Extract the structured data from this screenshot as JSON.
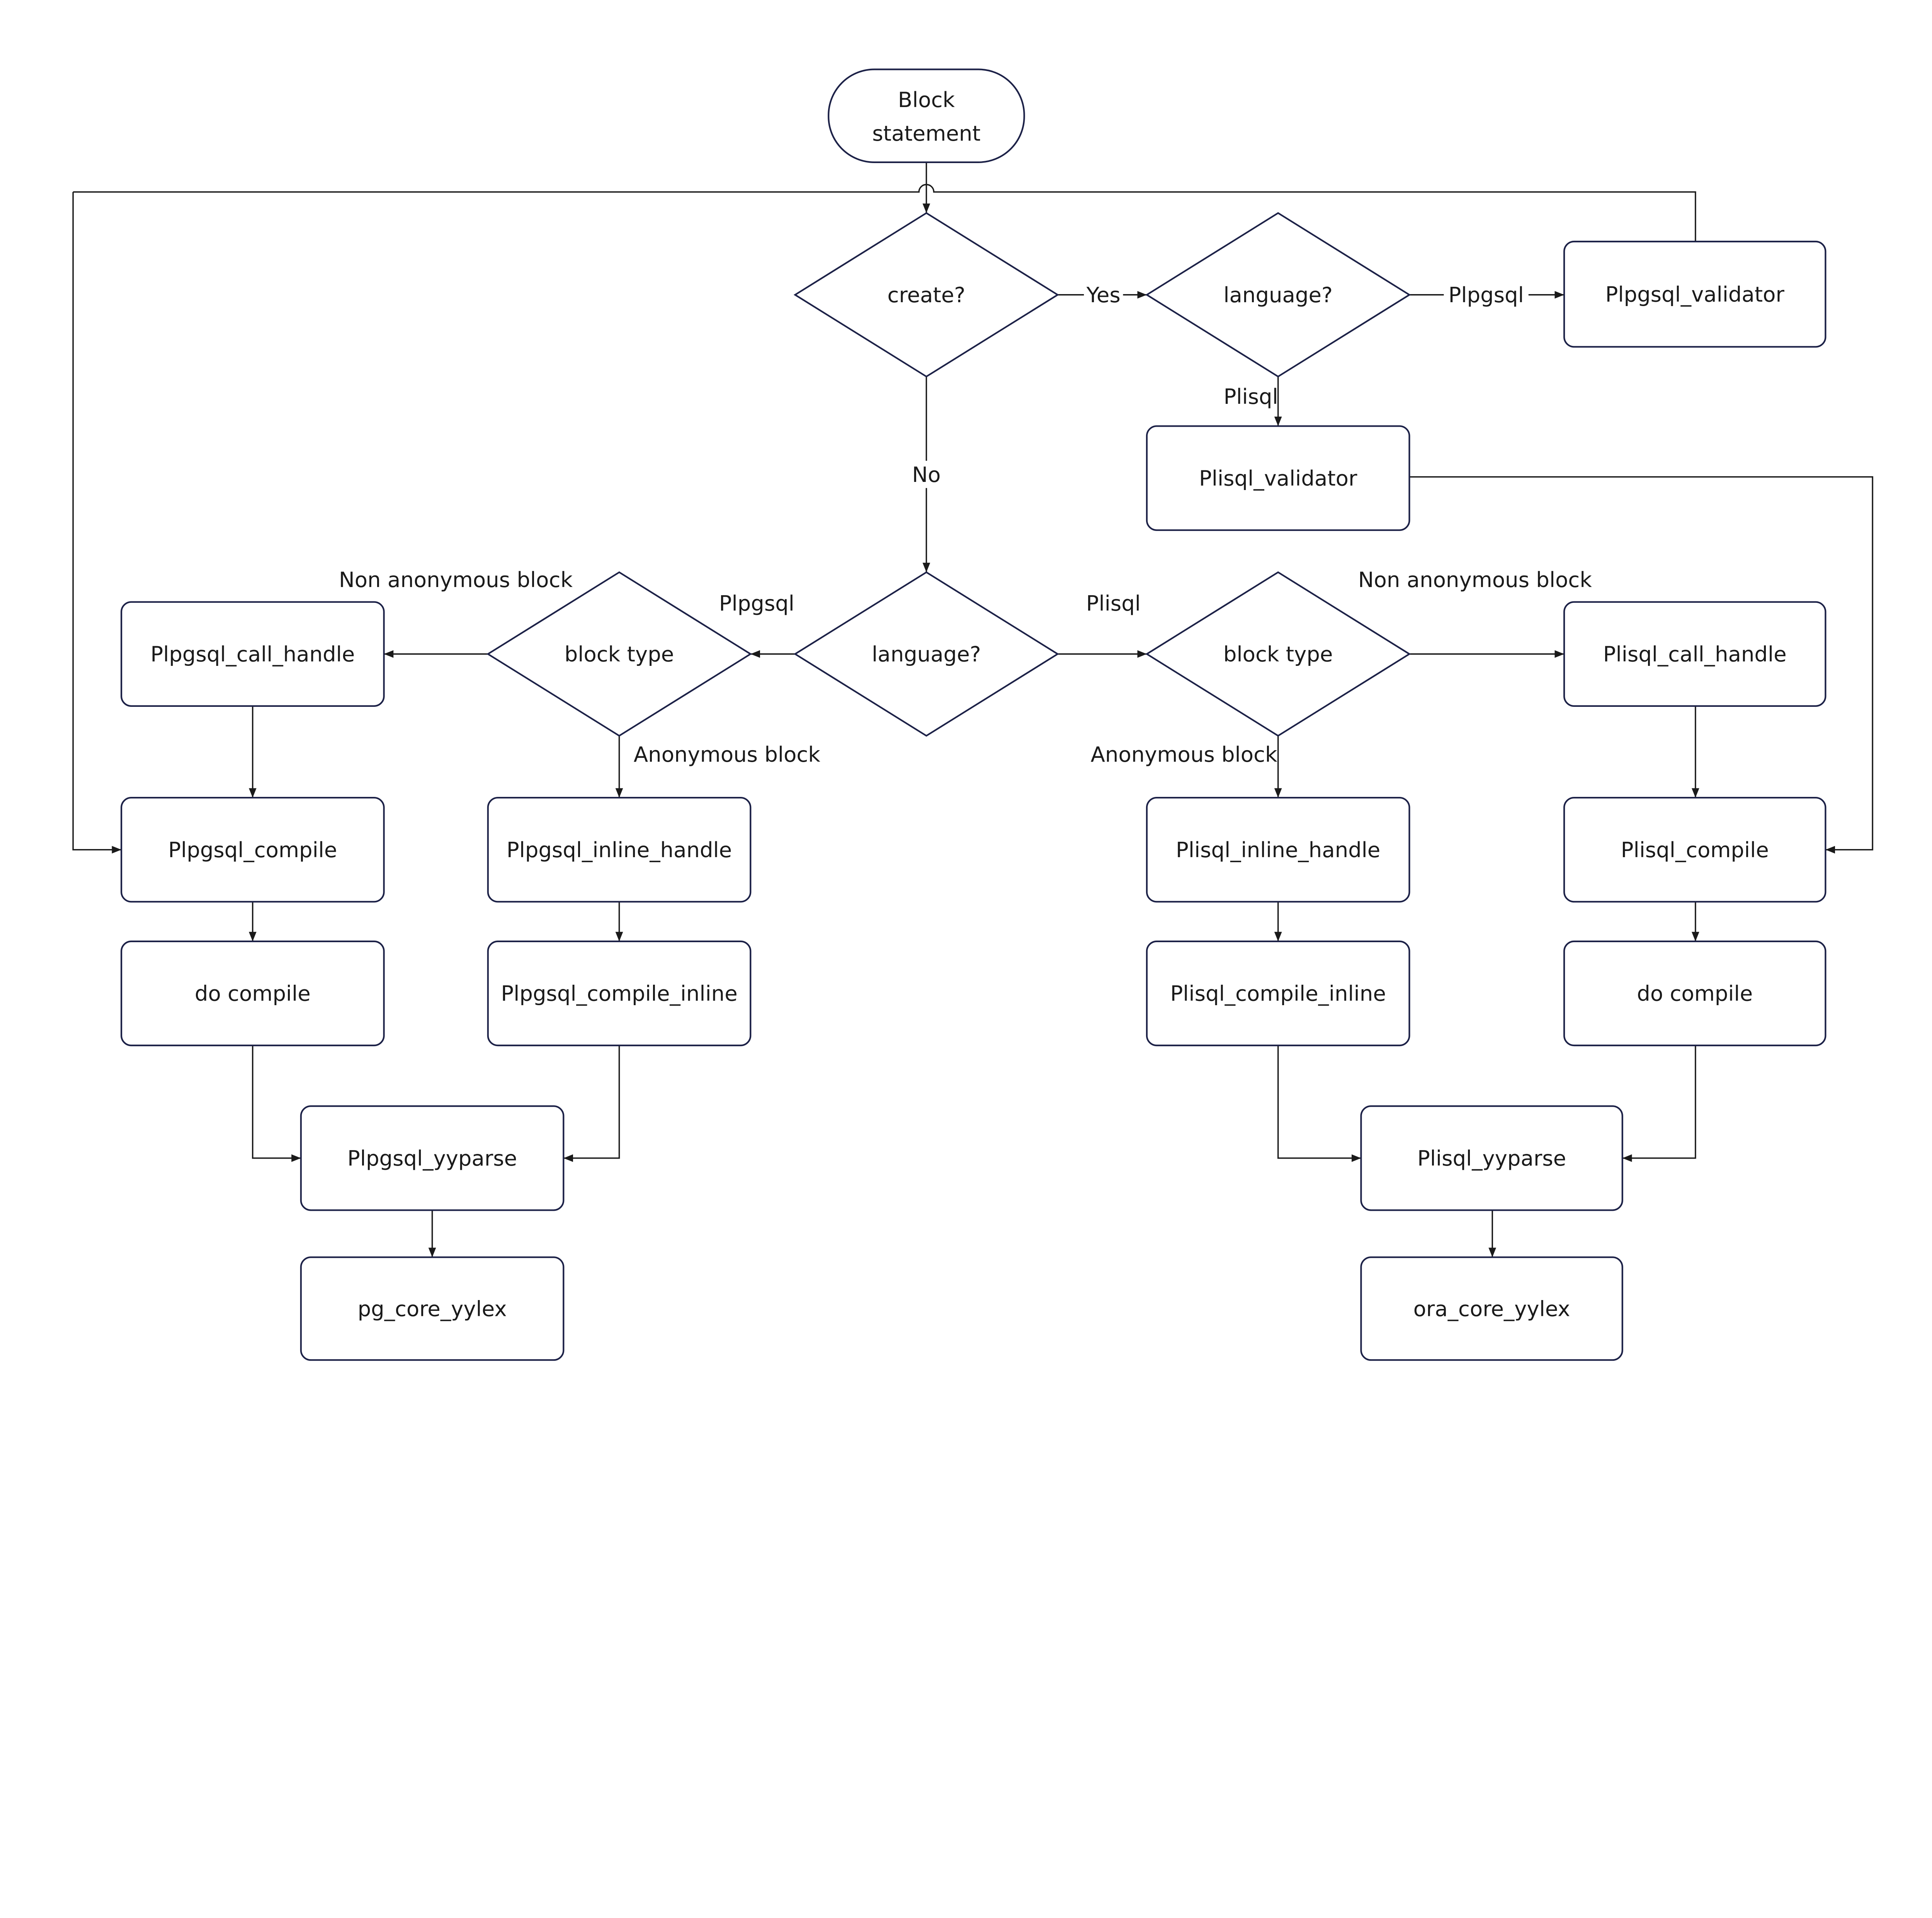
{
  "nodes": {
    "start": {
      "type": "terminal",
      "lines": [
        "Block",
        "statement"
      ]
    },
    "create": {
      "type": "decision",
      "label": "create?"
    },
    "lang_top": {
      "type": "decision",
      "label": "language?"
    },
    "plpgsql_validator": {
      "type": "process",
      "label": "Plpgsql_validator"
    },
    "plisql_validator": {
      "type": "process",
      "label": "Plisql_validator"
    },
    "lang_mid": {
      "type": "decision",
      "label": "language?"
    },
    "blocktype_left": {
      "type": "decision",
      "label": "block type"
    },
    "blocktype_right": {
      "type": "decision",
      "label": "block type"
    },
    "plpgsql_call_handle": {
      "type": "process",
      "label": "Plpgsql_call_handle"
    },
    "plisql_call_handle": {
      "type": "process",
      "label": "Plisql_call_handle"
    },
    "plpgsql_compile": {
      "type": "process",
      "label": "Plpgsql_compile"
    },
    "plpgsql_inline_handle": {
      "type": "process",
      "label": "Plpgsql_inline_handle"
    },
    "plisql_inline_handle": {
      "type": "process",
      "label": "Plisql_inline_handle"
    },
    "plisql_compile": {
      "type": "process",
      "label": "Plisql_compile"
    },
    "do_compile_left": {
      "type": "process",
      "label": "do compile"
    },
    "plpgsql_compile_inline": {
      "type": "process",
      "label": "Plpgsql_compile_inline"
    },
    "plisql_compile_inline": {
      "type": "process",
      "label": "Plisql_compile_inline"
    },
    "do_compile_right": {
      "type": "process",
      "label": "do compile"
    },
    "plpgsql_yyparse": {
      "type": "process",
      "label": "Plpgsql_yyparse"
    },
    "plisql_yyparse": {
      "type": "process",
      "label": "Plisql_yyparse"
    },
    "pg_core_yylex": {
      "type": "process",
      "label": "pg_core_yylex"
    },
    "ora_core_yylex": {
      "type": "process",
      "label": "ora_core_yylex"
    }
  },
  "edge_labels": {
    "yes": "Yes",
    "no": "No",
    "top_plpgsql": "Plpgsql",
    "top_plisql": "Plisql",
    "mid_plpgsql": "Plpgsql",
    "mid_plisql": "Plisql",
    "left_non_anon": "Non anonymous block",
    "left_anon": "Anonymous block",
    "right_non_anon": "Non anonymous block",
    "right_anon": "Anonymous block"
  },
  "colors": {
    "shape_stroke": "#1c2147",
    "edge": "#1a1a1a",
    "background": "#ffffff"
  }
}
